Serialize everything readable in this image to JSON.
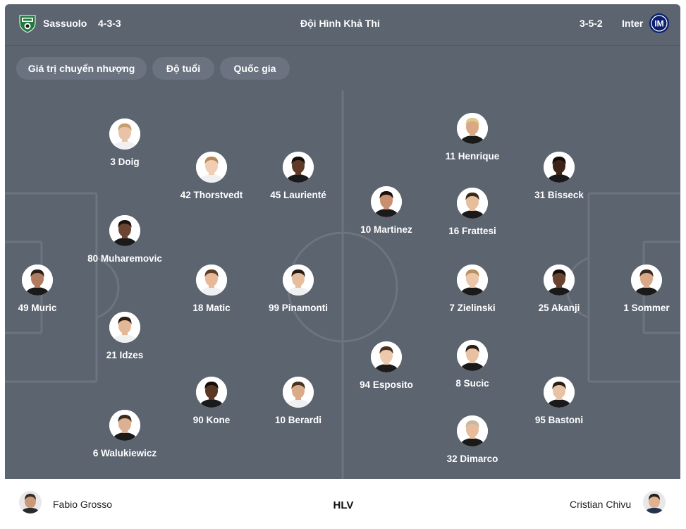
{
  "header": {
    "home_team": "Sassuolo",
    "home_formation": "4-3-3",
    "title": "Đội Hình Khả Thi",
    "away_formation": "3-5-2",
    "away_team": "Inter",
    "home_logo_icon": "sassuolo-crest-icon",
    "away_logo_icon": "inter-crest-icon",
    "colors": {
      "home": "#1f7a3c",
      "away": "#0b1f6e"
    }
  },
  "filters": [
    {
      "label": "Giá trị chuyển nhượng"
    },
    {
      "label": "Độ tuổi"
    },
    {
      "label": "Quốc gia"
    }
  ],
  "home_players": [
    {
      "label": "49 Muric",
      "skin": "#b07b5e",
      "hair": "#2a1e18",
      "shirt": "#1a1a1a"
    },
    {
      "label": "3 Doig",
      "skin": "#e8c3a8",
      "hair": "#c8a070",
      "shirt": "#f0f0f0"
    },
    {
      "label": "80 Muharemovic",
      "skin": "#6b4532",
      "hair": "#1a1210",
      "shirt": "#1a1a1a"
    },
    {
      "label": "21 Idzes",
      "skin": "#e2b896",
      "hair": "#2b1d16",
      "shirt": "#f0f0f0"
    },
    {
      "label": "6 Walukiewicz",
      "skin": "#dcb092",
      "hair": "#3a2a20",
      "shirt": "#1a1a1a"
    },
    {
      "label": "42 Thorstvedt",
      "skin": "#f0cdb3",
      "hair": "#b88a58",
      "shirt": "#f0f0f0"
    },
    {
      "label": "18 Matic",
      "skin": "#e8b898",
      "hair": "#5a3e2a",
      "shirt": "#f0f0f0"
    },
    {
      "label": "90 Kone",
      "skin": "#5a3624",
      "hair": "#140d0a",
      "shirt": "#1a1a1a"
    },
    {
      "label": "45 Laurienté",
      "skin": "#5e3a28",
      "hair": "#120c08",
      "shirt": "#1a1a1a"
    },
    {
      "label": "99 Pinamonti",
      "skin": "#e6be9e",
      "hair": "#2a1d15",
      "shirt": "#f0f0f0"
    },
    {
      "label": "10 Berardi",
      "skin": "#d9ab88",
      "hair": "#4a3322",
      "shirt": "#f0f0f0"
    }
  ],
  "away_players": [
    {
      "label": "1 Sommer",
      "skin": "#d8a888",
      "hair": "#3a2a20",
      "shirt": "#1a1a1a"
    },
    {
      "label": "31 Bisseck",
      "skin": "#3e2418",
      "hair": "#100a08",
      "shirt": "#1a1a1a"
    },
    {
      "label": "25 Akanji",
      "skin": "#6a4230",
      "hair": "#140d0a",
      "shirt": "#1a1a1a"
    },
    {
      "label": "95 Bastoni",
      "skin": "#e8c2a6",
      "hair": "#2a1d15",
      "shirt": "#1a1a1a"
    },
    {
      "label": "11 Henrique",
      "skin": "#d9a884",
      "hair": "#e0c890",
      "shirt": "#1a1a1a"
    },
    {
      "label": "16 Frattesi",
      "skin": "#e6be9c",
      "hair": "#3a2818",
      "shirt": "#1a1a1a"
    },
    {
      "label": "7 Zielinski",
      "skin": "#ecc6aa",
      "hair": "#b89060",
      "shirt": "#1a1a1a"
    },
    {
      "label": "8 Sucic",
      "skin": "#e8c0a2",
      "hair": "#2a1d15",
      "shirt": "#1a1a1a"
    },
    {
      "label": "32 Dimarco",
      "skin": "#e6bc9c",
      "hair": "#c8b8a0",
      "shirt": "#1a1a1a"
    },
    {
      "label": "10 Martinez",
      "skin": "#c89070",
      "hair": "#1a120e",
      "shirt": "#1a1a1a"
    },
    {
      "label": "94 Esposito",
      "skin": "#ecc8ac",
      "hair": "#4a3222",
      "shirt": "#1a1a1a"
    }
  ],
  "coaches": {
    "home": "Fabio Grosso",
    "label": "HLV",
    "away": "Cristian Chivu",
    "home_avatar": {
      "skin": "#c99a7a",
      "hair": "#3a2a20"
    },
    "away_avatar": {
      "skin": "#e0b292",
      "hair": "#2a1d15"
    }
  }
}
